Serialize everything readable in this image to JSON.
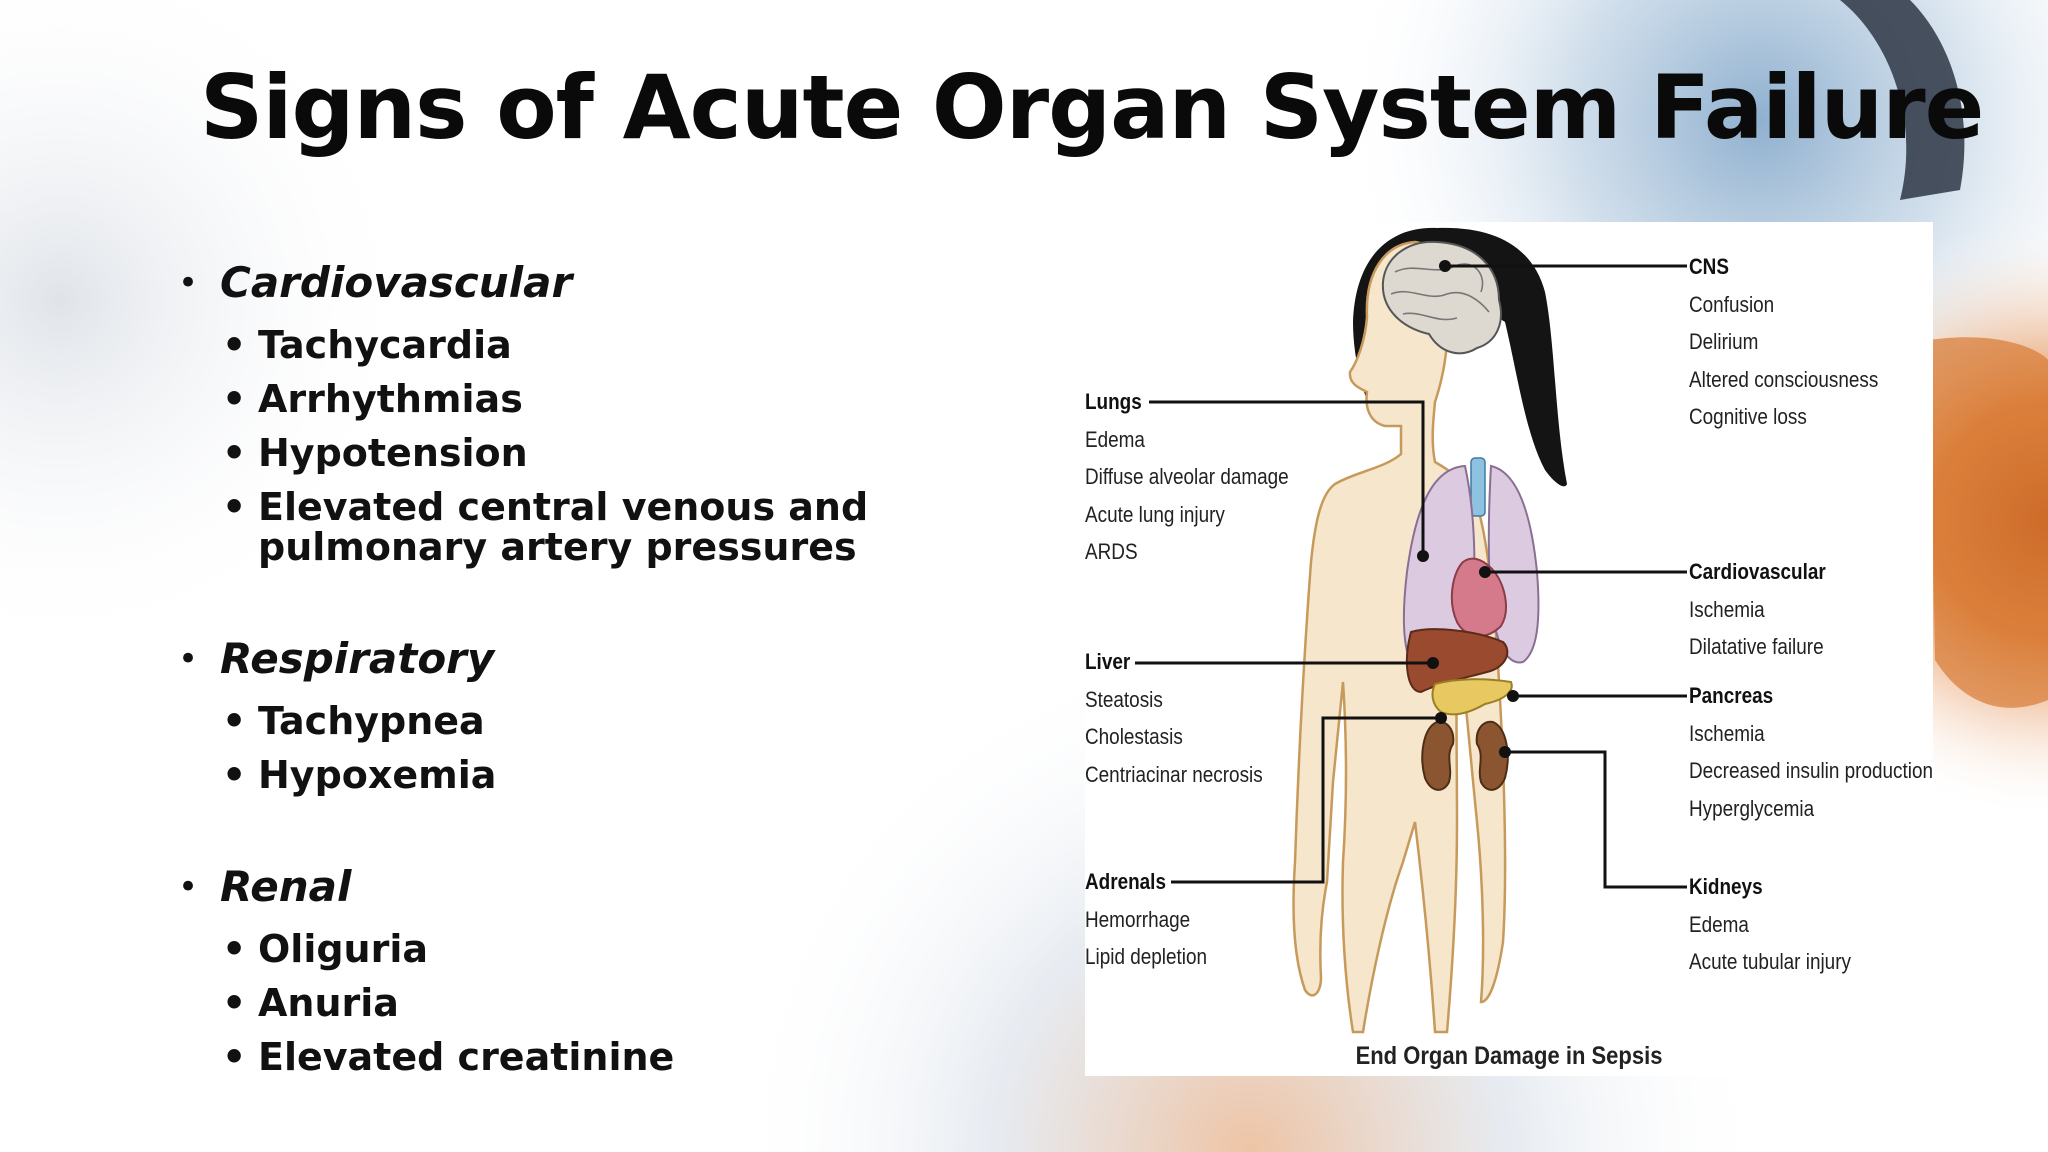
{
  "slide": {
    "title": "Signs of Acute Organ System Failure",
    "sections": [
      {
        "heading": "Cardiovascular",
        "items": [
          "Tachycardia",
          "Arrhythmias",
          "Hypotension",
          "Elevated central venous and pulmonary artery pressures"
        ]
      },
      {
        "heading": "Respiratory",
        "items": [
          "Tachypnea",
          "Hypoxemia"
        ]
      },
      {
        "heading": "Renal",
        "items": [
          "Oliguria",
          "Anuria",
          "Elevated creatinine"
        ]
      }
    ]
  },
  "figure": {
    "caption": "End Organ Damage in Sepsis",
    "labels": {
      "cns": {
        "title": "CNS",
        "items": [
          "Confusion",
          "Delirium",
          "Altered consciousness",
          "Cognitive loss"
        ]
      },
      "lungs": {
        "title": "Lungs",
        "items": [
          "Edema",
          "Diffuse alveolar damage",
          "Acute lung injury",
          "ARDS"
        ]
      },
      "cardiovascular": {
        "title": "Cardiovascular",
        "items": [
          "Ischemia",
          "Dilatative failure"
        ]
      },
      "liver": {
        "title": "Liver",
        "items": [
          "Steatosis",
          "Cholestasis",
          "Centriacinar necrosis"
        ]
      },
      "pancreas": {
        "title": "Pancreas",
        "items": [
          "Ischemia",
          "Decreased insulin production",
          "Hyperglycemia"
        ]
      },
      "adrenals": {
        "title": "Adrenals",
        "items": [
          "Hemorrhage",
          "Lipid depletion"
        ]
      },
      "kidneys": {
        "title": "Kidneys",
        "items": [
          "Edema",
          "Acute tubular injury"
        ]
      }
    }
  },
  "colors": {
    "skin": "#f5e6cc",
    "skin_outline": "#c79a5c",
    "lung": "#dccbe0",
    "liver": "#9a4a2e",
    "kidney": "#8a5530",
    "pancreas": "#e8c860",
    "heart": "#d47a8a",
    "leader_line": "#111111"
  }
}
